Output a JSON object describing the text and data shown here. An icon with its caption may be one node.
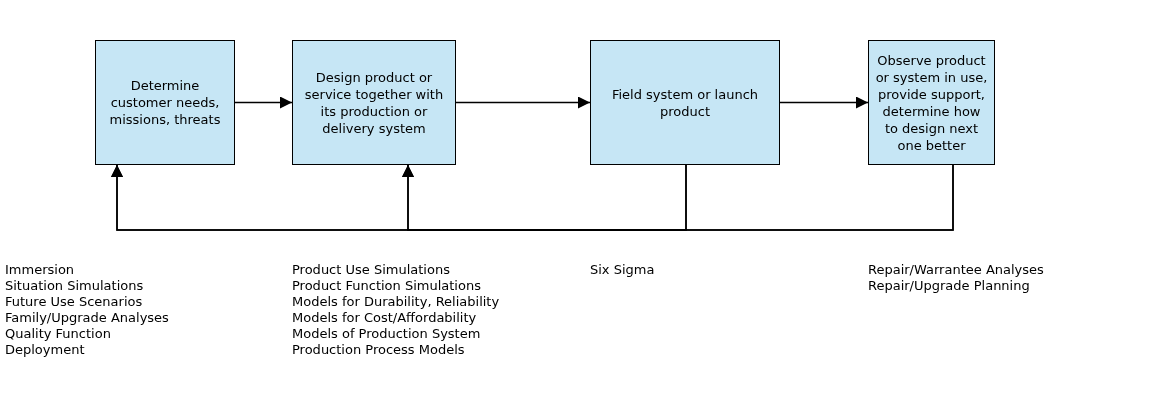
{
  "diagram": {
    "nodes": [
      {
        "text": [
          "Determine customer needs, missions, threats"
        ]
      },
      {
        "text": [
          "Design product  or service  together with its production or delivery system"
        ]
      },
      {
        "text": [
          "Field system or launch product"
        ]
      },
      {
        "text": [
          "Observe product or system in use, provide support, determine how to design next one better"
        ]
      }
    ],
    "edges": [
      {
        "from": 0,
        "to": 1,
        "arrow": "to"
      },
      {
        "from": 1,
        "to": 2,
        "arrow": "to"
      },
      {
        "from": 2,
        "to": 3,
        "arrow": "to"
      },
      {
        "from": 3,
        "to": 0,
        "arrow": "to"
      },
      {
        "from": 3,
        "to": 1,
        "arrow": "to"
      },
      {
        "from": 2,
        "to": 0,
        "arrow": "to"
      },
      {
        "from": 2,
        "to": 1,
        "arrow": "to"
      }
    ],
    "labels": [
      "Immersion",
      "Situation Simulations",
      "Future Use Scenarios",
      "Family/Upgrade Analyses",
      "Quality Function Deployment",
      "Product Use Simulations",
      "Product Function Simulations",
      "Models for Durability, Reliability",
      "Models for Cost/Affordability",
      "Models of Production System",
      "Production Process Models",
      "Six Sigma",
      "Repair/Warrantee Analyses",
      "Repair/Upgrade Planning"
    ]
  }
}
